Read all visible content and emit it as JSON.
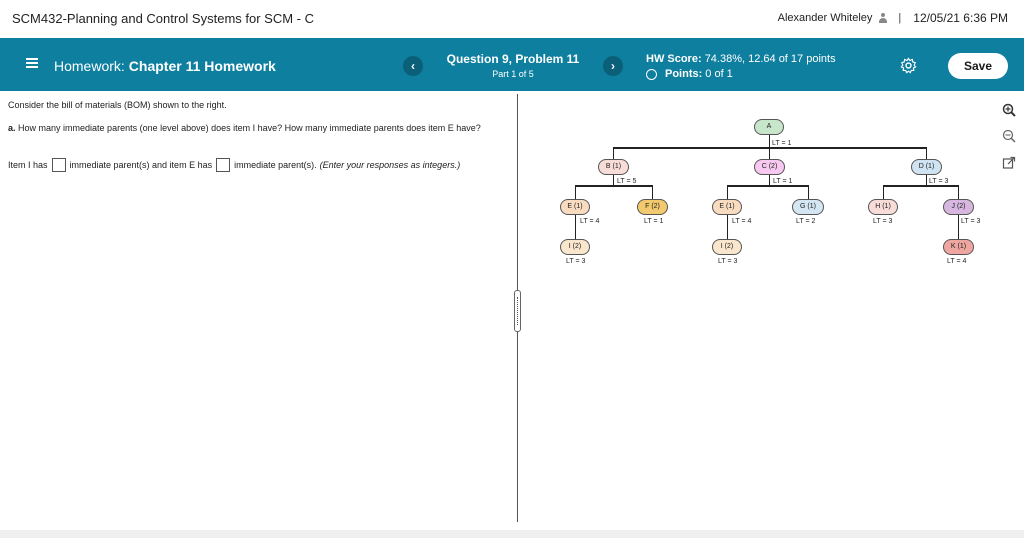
{
  "topbar": {
    "course_title": "SCM432-Planning and Control Systems for SCM - C",
    "user_name": "Alexander Whiteley",
    "separator": "|",
    "datetime": "12/05/21 6:36 PM"
  },
  "header": {
    "homework_label": "Homework:",
    "homework_name": "Chapter 11 Homework",
    "question_title": "Question 9, Problem 11",
    "question_part": "Part 1 of 5",
    "prev_label": "‹",
    "next_label": "›",
    "score_label": "HW Score:",
    "score_value": "74.38%, 12.64 of 17 points",
    "points_label": "Points:",
    "points_value": "0 of 1",
    "save_label": "Save"
  },
  "question": {
    "intro": "Consider the bill of materials (BOM) shown to the right.",
    "part_label": "a.",
    "part_text": "How many immediate parents (one level above) does item I have? How many immediate parents does item E have?",
    "answer_prefix": "Item I has",
    "answer_middle": "immediate parent(s) and item E has",
    "answer_suffix": "immediate parent(s).",
    "answer_hint": "(Enter your responses as integers.)"
  },
  "tools": {
    "zoom_in_icon": "zoom-in-icon",
    "zoom_out_icon": "zoom-out-icon",
    "popout_icon": "external-link-icon"
  },
  "bom": {
    "A": {
      "label": "A",
      "lt": "LT = 1",
      "color": "#c8e6c9"
    },
    "B": {
      "label": "B (1)",
      "lt": "LT = 5",
      "color": "#f8dcd8"
    },
    "C": {
      "label": "C (2)",
      "lt": "LT = 1",
      "color": "#f7c8f0"
    },
    "D": {
      "label": "D (1)",
      "lt": "LT = 3",
      "color": "#cfe3f2"
    },
    "E1": {
      "label": "E (1)",
      "lt": "LT = 4",
      "color": "#f9dcc0"
    },
    "F": {
      "label": "F (2)",
      "lt": "LT = 1",
      "color": "#f2c96d"
    },
    "E2": {
      "label": "E (1)",
      "lt": "LT = 4",
      "color": "#f9dcc0"
    },
    "G": {
      "label": "G (1)",
      "lt": "LT = 2",
      "color": "#d4e6f2"
    },
    "H": {
      "label": "H (1)",
      "lt": "LT = 3",
      "color": "#f8dcd8"
    },
    "J": {
      "label": "J (2)",
      "lt": "LT = 3",
      "color": "#d7b7e0"
    },
    "I1": {
      "label": "I (2)",
      "lt": "LT = 3",
      "color": "#f9e6cc"
    },
    "I2": {
      "label": "I (2)",
      "lt": "LT = 3",
      "color": "#f9e6cc"
    },
    "K": {
      "label": "K (1)",
      "lt": "LT = 4",
      "color": "#f0a6a0"
    }
  }
}
